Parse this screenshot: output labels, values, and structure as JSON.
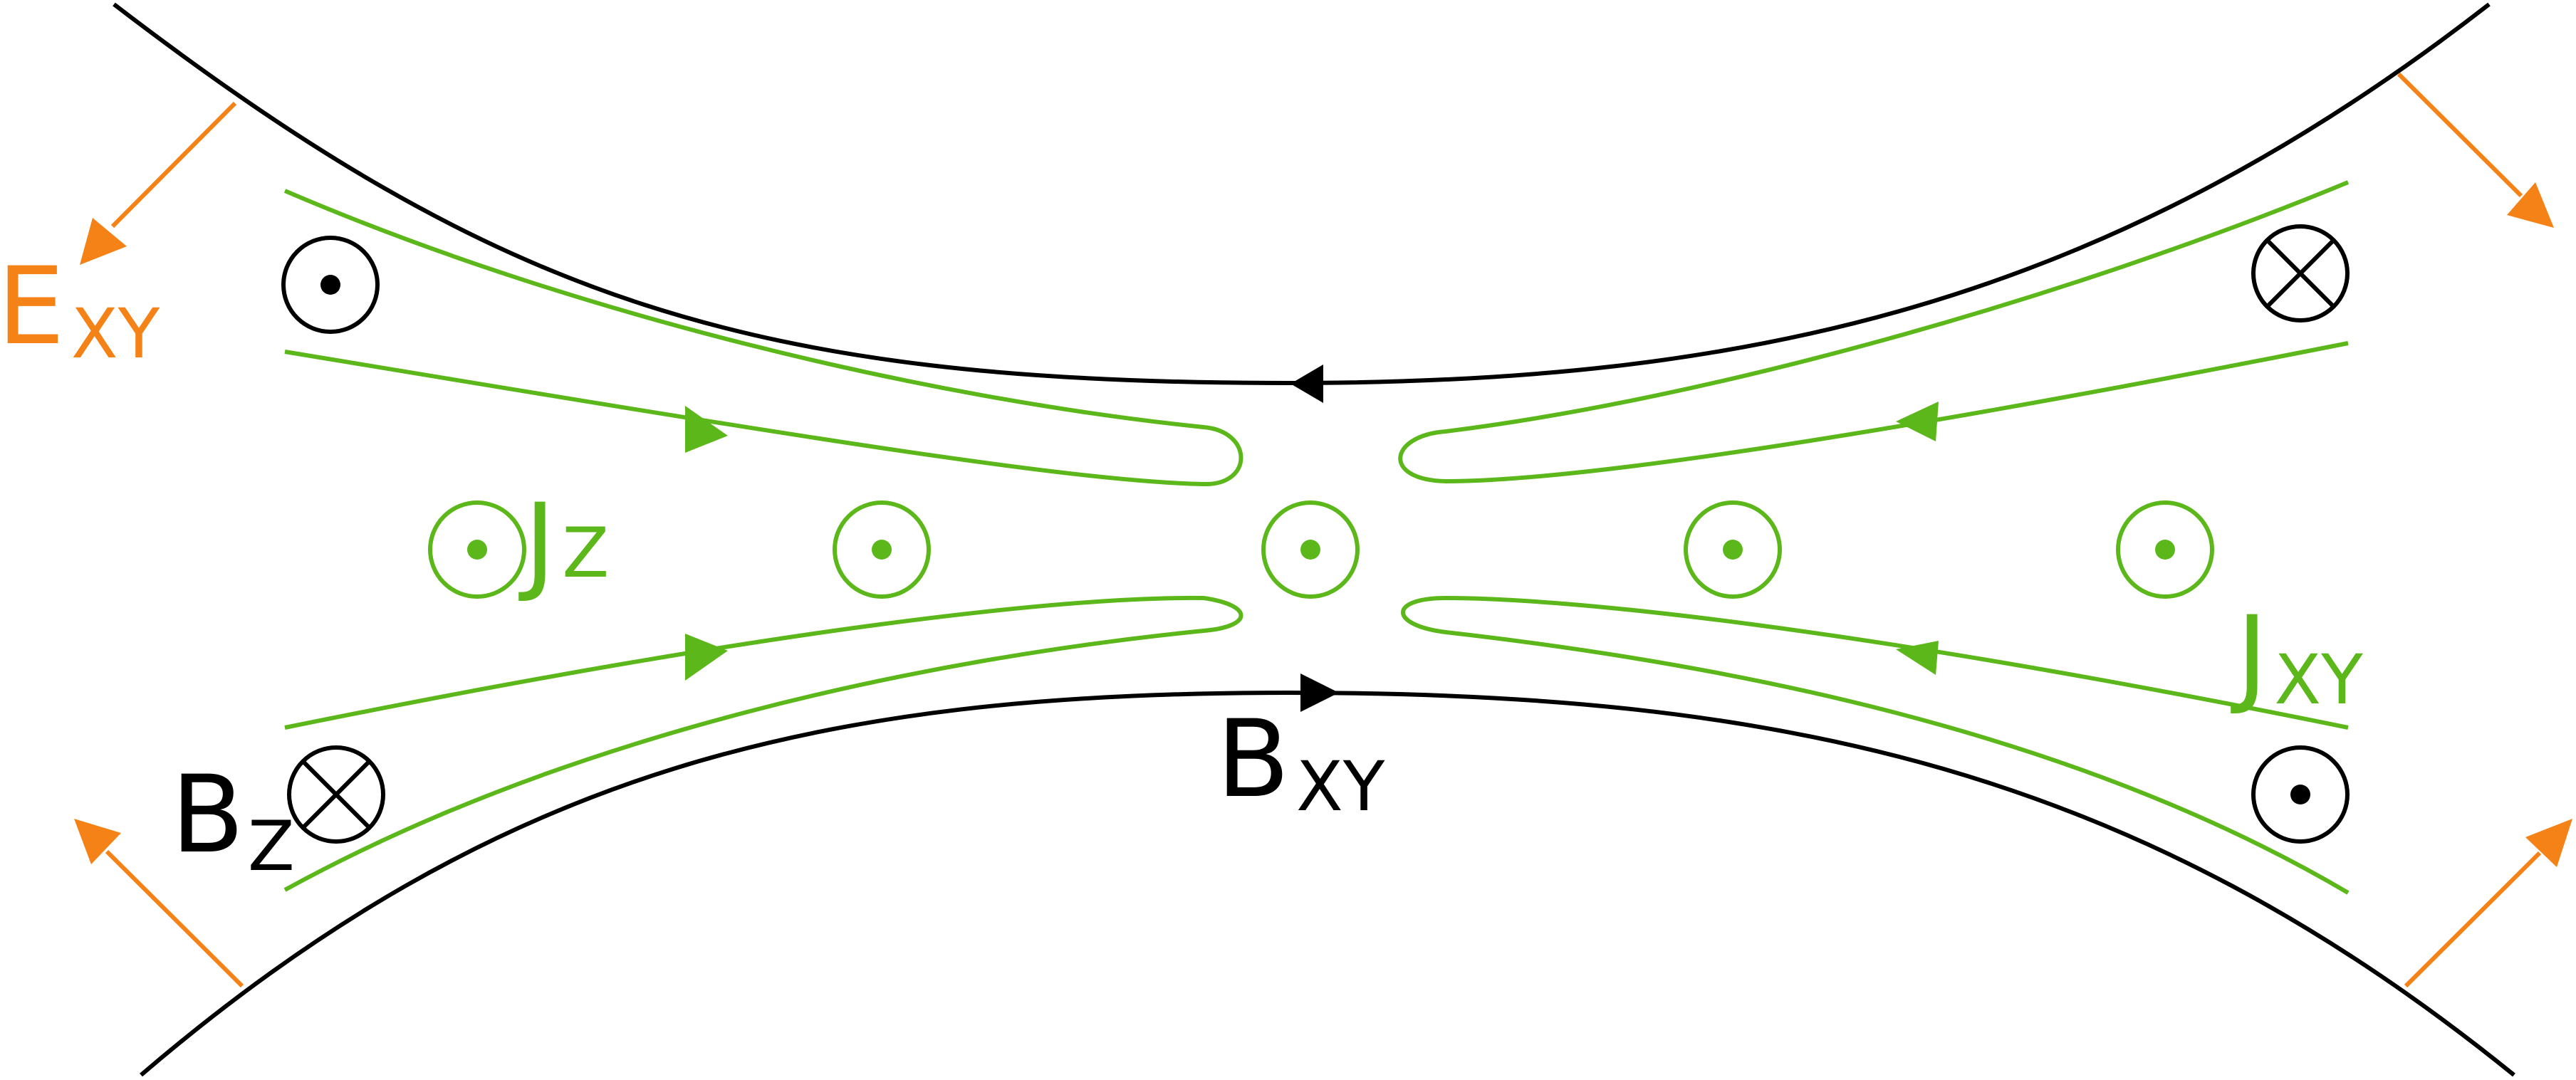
{
  "labels": {
    "e_field": {
      "main": "E",
      "sub": "XY"
    },
    "j_z": {
      "main": "J",
      "sub": "Z"
    },
    "j_xy": {
      "main": "J",
      "sub": "XY"
    },
    "b_xy": {
      "main": "B",
      "sub": "XY"
    },
    "b_z": {
      "main": "B",
      "sub": "Z"
    }
  },
  "symbols": {
    "out_of_page": "dot-in-circle-icon",
    "into_page": "cross-in-circle-icon"
  },
  "colors": {
    "field_lines": "#000000",
    "current": "#5cb81a",
    "e_field": "#f58216",
    "background": "#ffffff"
  }
}
